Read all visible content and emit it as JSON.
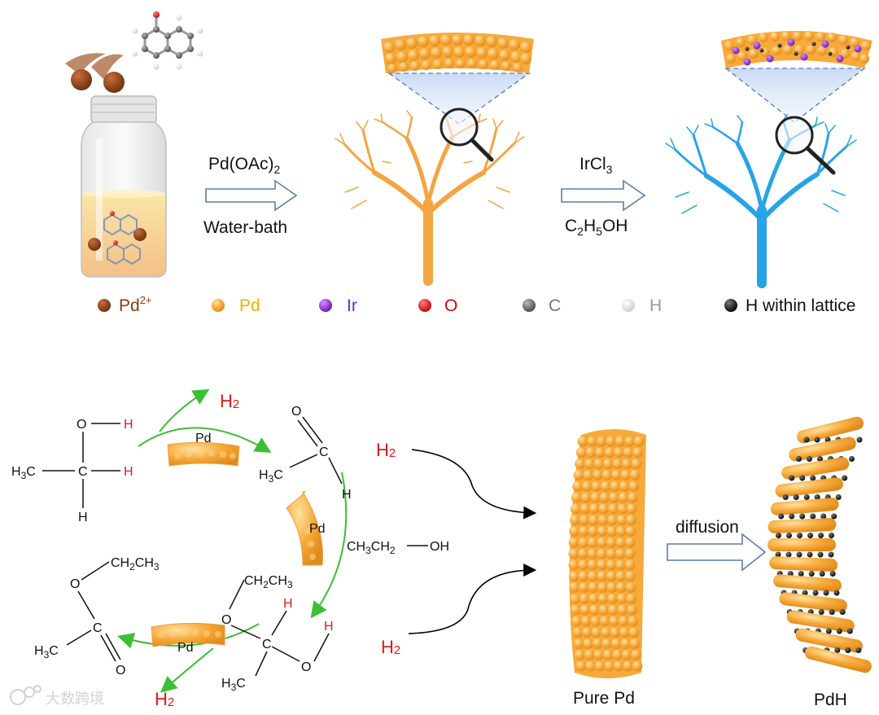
{
  "top": {
    "step1": {
      "reagent": "Pd(OAc)",
      "reagent_sub": "2",
      "condition": "Water-bath"
    },
    "step2": {
      "reagent": "IrCl",
      "reagent_sub": "3",
      "cond_a": "C",
      "cond_b": "2",
      "cond_c": "H",
      "cond_d": "5",
      "cond_e": "OH"
    },
    "legend": [
      {
        "label": "Pd",
        "sup": "2+",
        "color": "#8b3a10",
        "text_color": "#8b3a10"
      },
      {
        "label": "Pd",
        "color": "#f5a030",
        "text_color": "#e8b400"
      },
      {
        "label": "Ir",
        "color": "#8b22d6",
        "text_color": "#6a2bb8"
      },
      {
        "label": "O",
        "color": "#e00000",
        "text_color": "#e00000"
      },
      {
        "label": "C",
        "color": "#666666",
        "text_color": "#777777"
      },
      {
        "label": "H",
        "color": "#eeeeee",
        "text_color": "#999999"
      },
      {
        "label": "H within lattice",
        "color": "#111111",
        "text_color": "#111111"
      }
    ]
  },
  "cycle": {
    "catalyst_label": "Pd",
    "h2": "H",
    "h2_sub": "2",
    "ethanol": {
      "h3c": "H",
      "h3c_sub": "3",
      "c": "C",
      "o": "O",
      "h": "H"
    },
    "acetaldehyde": {
      "o": "O",
      "c": "C",
      "h": "H",
      "h3c": "H",
      "h3c_sub": "3"
    },
    "ethanol_reagent": {
      "a": "CH",
      "b": "3",
      "c": "CH",
      "d": "2",
      "e": "OH"
    },
    "hemiacetal": {
      "o": "O",
      "c": "C",
      "h": "H",
      "ch2ch3_a": "CH",
      "ch2ch3_b": "2",
      "ch2ch3_c": "CH",
      "ch2ch3_d": "3",
      "h3c": "H",
      "h3c_sub": "3"
    },
    "ester": {
      "o": "O",
      "c": "C",
      "h3c": "H",
      "h3c_sub": "3",
      "ch2ch3_a": "CH",
      "ch2ch3_b": "2",
      "ch2ch3_c": "CH",
      "ch2ch3_d": "3"
    }
  },
  "right": {
    "diffusion": "diffusion",
    "pure_pd": "Pure Pd",
    "pdh": "PdH"
  },
  "watermark": "大数跨境"
}
